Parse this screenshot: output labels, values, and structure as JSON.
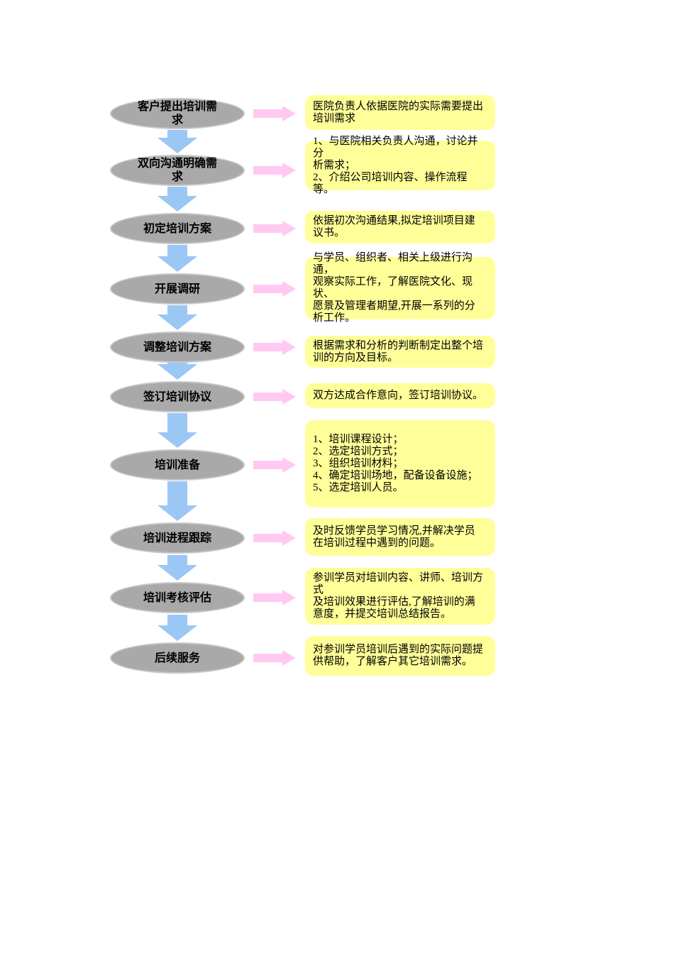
{
  "page": {
    "background": "#ffffff"
  },
  "flowchart": {
    "colors": {
      "node_fill": "#a9a9a9",
      "node_border": "#c7c7c7",
      "note_fill": "#ffff99",
      "down_arrow_fill": "#9bc7f5",
      "right_arrow_fill": "#ffc9f2",
      "text_color": "#000000"
    },
    "steps": [
      {
        "label": "客户提出培训需\n求",
        "description": "医院负责人依据医院的实际需要提出\n培训需求"
      },
      {
        "label": "双向沟通明确需\n求",
        "description": "1、与医院相关负责人沟通，讨论并分\n析需求；\n2、介绍公司培训内容、操作流程等。"
      },
      {
        "label": "初定培训方案",
        "description": "依据初次沟通结果,拟定培训项目建\n议书。"
      },
      {
        "label": "开展调研",
        "description": "与学员、组织者、相关上级进行沟通，\n观察实际工作，了解医院文化、现状、\n愿景及管理者期望,开展一系列的分\n析工作。"
      },
      {
        "label": "调整培训方案",
        "description": "根据需求和分析的判断制定出整个培\n训的方向及目标。"
      },
      {
        "label": "签订培训协议",
        "description": "双方达成合作意向，签订培训协议。"
      },
      {
        "label": "培训准备",
        "description": "1、培训课程设计；\n2、选定培训方式；\n3、组织培训材料；\n4、确定培训场地，配备设备设施；\n5、选定培训人员。"
      },
      {
        "label": "培训进程跟踪",
        "description": "及时反馈学员学习情况,并解决学员\n在培训过程中遇到的问题。"
      },
      {
        "label": "培训考核评估",
        "description": "参训学员对培训内容、讲师、培训方式\n及培训效果进行评估,了解培训的满\n意度，并提交培训总结报告。"
      },
      {
        "label": "后续服务",
        "description": "对参训学员培训后遇到的实际问题提\n供帮助，了解客户其它培训需求。"
      }
    ]
  }
}
